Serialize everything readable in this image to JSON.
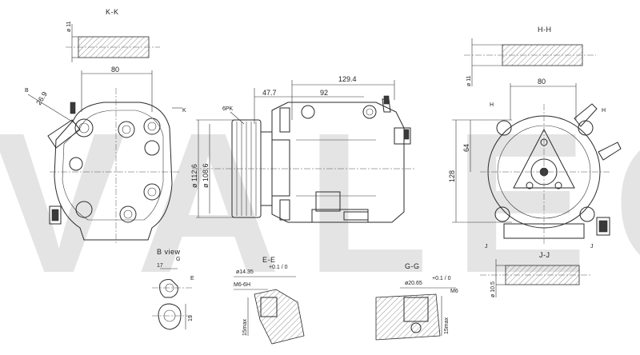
{
  "watermark": "VALEO",
  "views": {
    "kk_title": "K-K",
    "hh_title": "H-H",
    "bview_title": "B view",
    "ee_title": "E-E",
    "gg_title": "G-G",
    "jj_title": "J-J"
  },
  "labels": {
    "section_k": "K",
    "section_b": "B",
    "section_h": "H",
    "section_j": "J",
    "section_e": "E",
    "section_g": "G",
    "belt": "6PK"
  },
  "dimensions": {
    "kk_pipe_dia": "ø 11",
    "hh_pipe_dia": "ø 11",
    "left_width": "80",
    "left_offset": "26.9",
    "front_len_total": "129.4",
    "front_len_mid": "92",
    "front_len_pulley": "47.7",
    "pulley_dia_outer": "ø 112.6",
    "pulley_dia_inner": "ø 108.6",
    "right_width": "80",
    "right_height_total": "128",
    "right_height_upper": "64",
    "jj_pipe_dia": "ø 10.5",
    "bview_w": "17",
    "bview_h": "19",
    "ee_dia": "ø14.35",
    "ee_tol": "+0.1 / 0",
    "ee_thread": "M6-6H",
    "ee_depth": "15max",
    "gg_dia": "ø20.65",
    "gg_tol": "+0.1 / 0",
    "gg_thread": "M6",
    "gg_depth": "15max"
  }
}
